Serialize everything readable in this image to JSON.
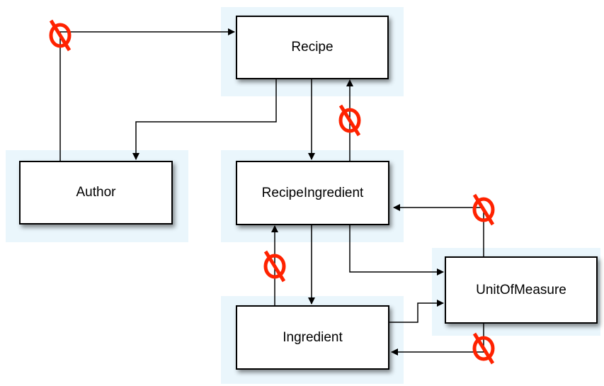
{
  "nodes": {
    "recipe": "Recipe",
    "author": "Author",
    "recipe_ingredient": "RecipeIngredient",
    "unit_of_measure": "UnitOfMeasure",
    "ingredient": "Ingredient"
  },
  "colors": {
    "null_marker": "#ff2200",
    "glow": "#eaf6fc",
    "line": "#000000"
  },
  "icons": {
    "null_marker": "prohibition-icon"
  }
}
